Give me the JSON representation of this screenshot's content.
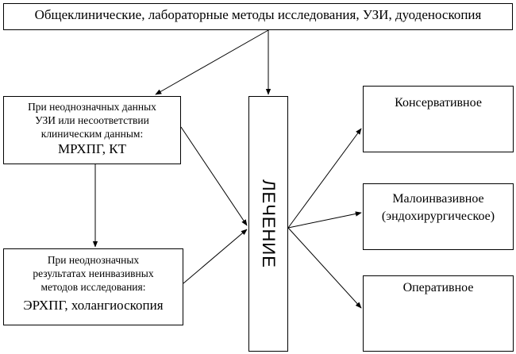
{
  "diagram": {
    "top_box": "Общеклинические, лабораторные методы исследования, УЗИ, дуоденоскопия",
    "box_left_1": {
      "lines": [
        "При неоднозначных данных",
        "УЗИ или несоответствии",
        "клиническим данным:"
      ],
      "result": "МРХПГ, КТ"
    },
    "box_left_2": {
      "lines": [
        "При неоднозначных",
        "результатах неинвазивных",
        "методов исследования:"
      ],
      "result": "ЭРХПГ, холангиоскопия"
    },
    "center_box": "ЛЕЧЕНИЕ",
    "right_boxes": [
      {
        "lines": [
          "Консервативное"
        ]
      },
      {
        "lines": [
          "Малоинвазивное",
          "(эндохирургическое)"
        ]
      },
      {
        "lines": [
          "Оперативное"
        ]
      }
    ]
  }
}
